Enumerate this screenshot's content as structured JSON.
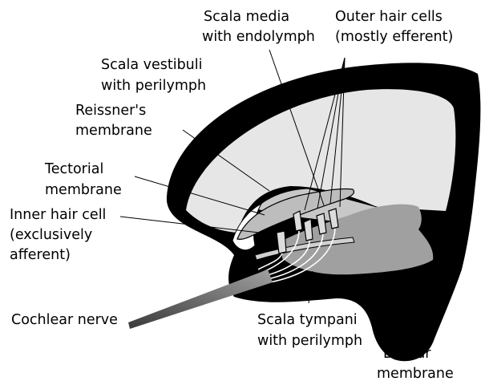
{
  "labels": {
    "scala_media": [
      "Scala media",
      "with endolymph"
    ],
    "outer_hair_cells": [
      "Outer hair cells",
      "(mostly efferent)"
    ],
    "scala_vestibuli": [
      "Scala vestibuli",
      "with perilymph"
    ],
    "reissners_membrane": [
      "Reissner's",
      "membrane"
    ],
    "tectorial_membrane": [
      "Tectorial",
      "membrane"
    ],
    "inner_hair_cell": [
      "Inner hair cell",
      "(exclusively",
      "afferent)"
    ],
    "cochlear_nerve": "Cochlear nerve",
    "scala_tympani": [
      "Scala tympani",
      "with perilymph"
    ],
    "basilar_membrane": [
      "Basilar",
      "membrane"
    ]
  },
  "colors": {
    "bone": "#000000",
    "scala_vestibuli_fill": "#e6e6e6",
    "scala_media_fill": "#c8c8c8",
    "scala_tympani_fill": "#9e9e9e",
    "tectorial_fill": "#bdbdbd",
    "hair_cell_fill": "#dcdcdc",
    "nerve_gradient_start": "#3a3a3a",
    "nerve_gradient_end": "#9a9a9a"
  }
}
